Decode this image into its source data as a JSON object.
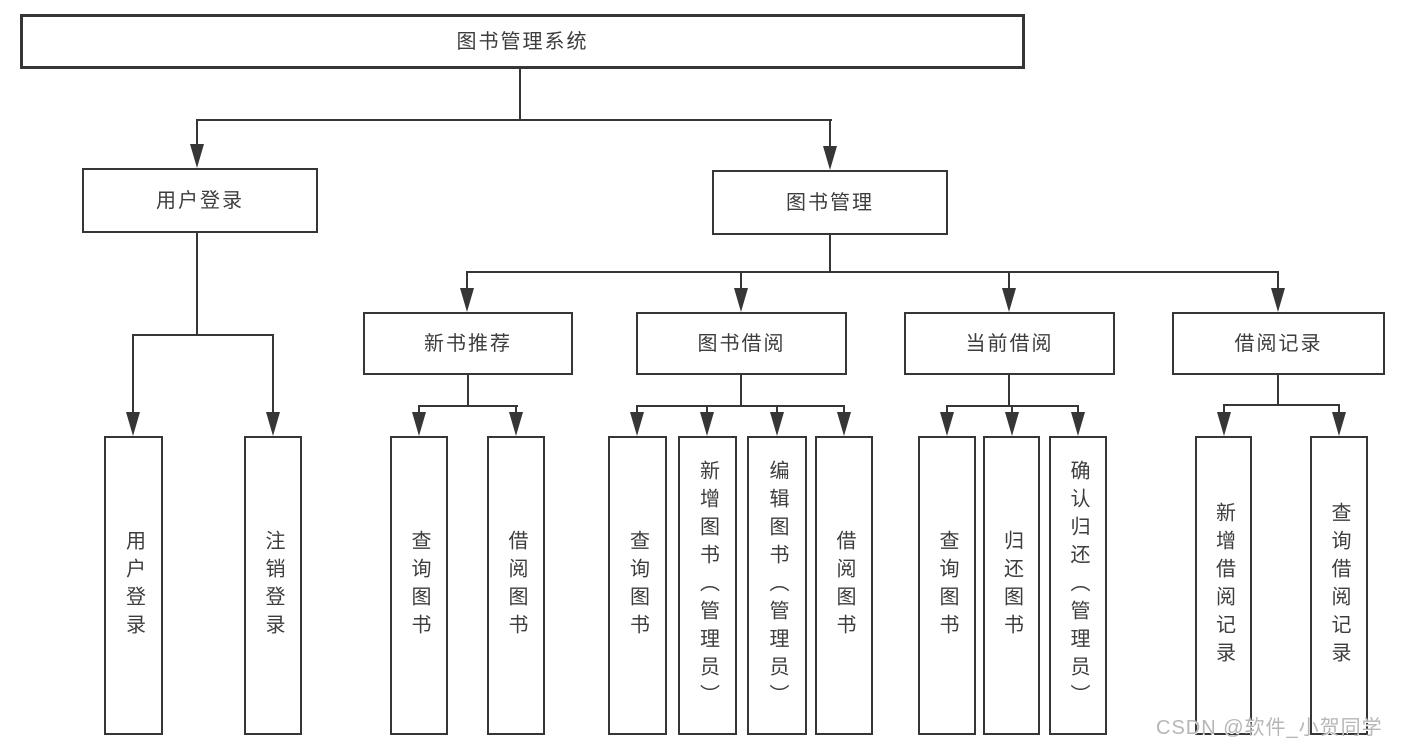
{
  "diagram": {
    "root": "图书管理系统",
    "level2": [
      "用户登录",
      "图书管理"
    ],
    "level3": [
      "新书推荐",
      "图书借阅",
      "当前借阅",
      "借阅记录"
    ],
    "leaves": {
      "user_login": [
        "用户登录",
        "注销登录"
      ],
      "new_books": [
        "查询图书",
        "借阅图书"
      ],
      "book_borrowing": [
        "查询图书",
        "新增图书（管理员）",
        "编辑图书（管理员）",
        "借阅图书"
      ],
      "current_borrowing": [
        "查询图书",
        "归还图书",
        "确认归还（管理员）"
      ],
      "borrowing_records": [
        "新增借阅记录",
        "查询借阅记录"
      ]
    },
    "colors": {
      "line": "#363636",
      "text": "#3d3d3d",
      "background": "#ffffff",
      "watermark": "#b6b6b6"
    },
    "watermark": "CSDN @软件_小贺同学"
  }
}
